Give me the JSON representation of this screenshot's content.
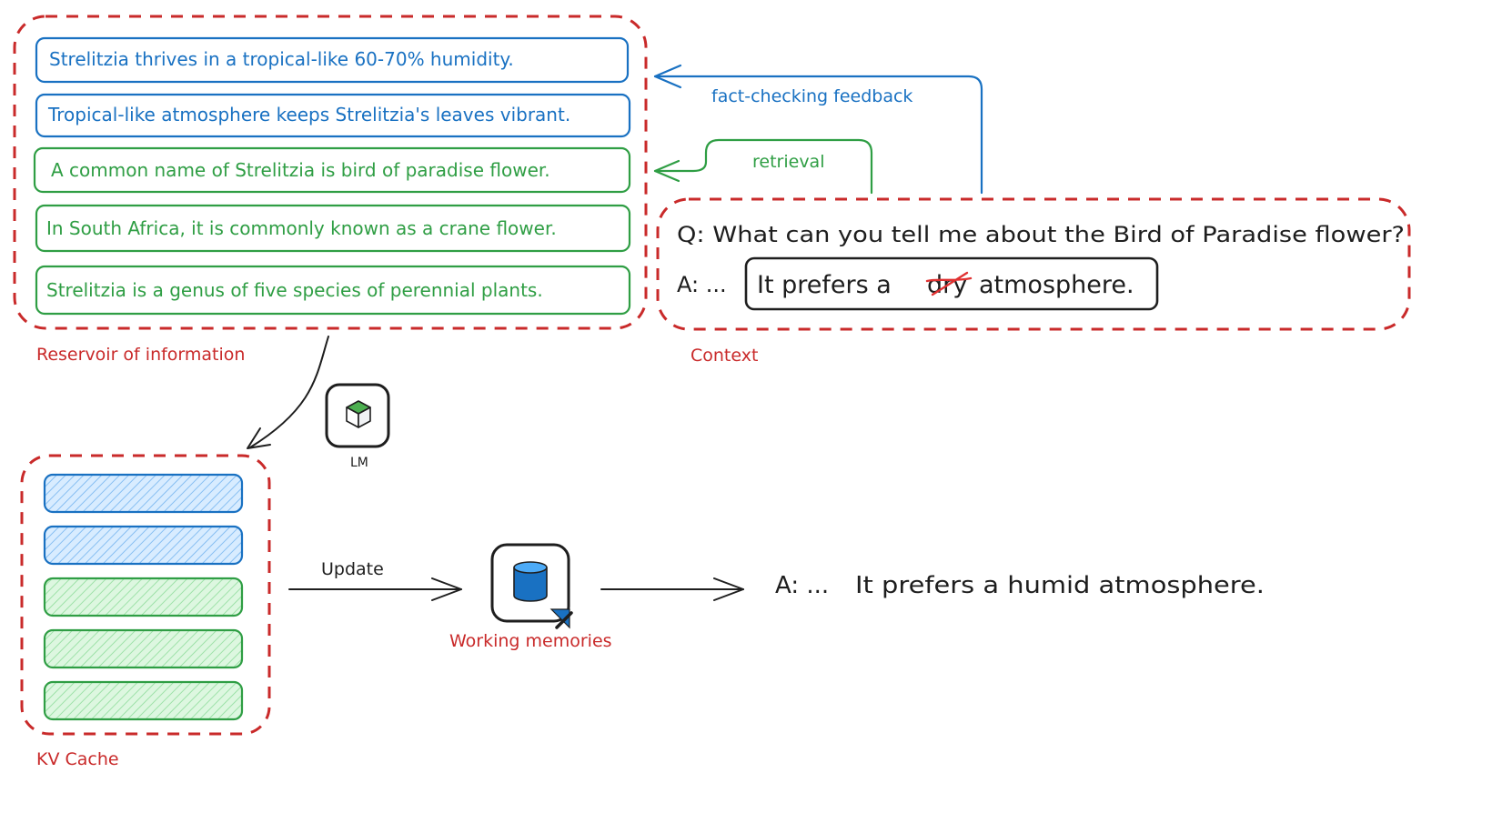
{
  "reservoir": {
    "label": "Reservoir of information",
    "facts": [
      {
        "text": "Strelitzia thrives in a tropical-like 60-70% humidity.",
        "color": "#1971c2"
      },
      {
        "text": "Tropical-like atmosphere keeps Strelitzia's leaves vibrant.",
        "color": "#1971c2"
      },
      {
        "text": "A common name of Strelitzia is bird of paradise flower.",
        "color": "#2f9e44"
      },
      {
        "text": "In South Africa, it is commonly known as a crane flower.",
        "color": "#2f9e44"
      },
      {
        "text": "Strelitzia is a genus of five species of perennial plants.",
        "color": "#2f9e44"
      }
    ]
  },
  "context": {
    "label": "Context",
    "question": "Q: What can you tell me about the Bird of Paradise flower?",
    "answer_prefix": "A: ...",
    "answer_pre": "It prefers a",
    "answer_struck": "dry",
    "answer_post": "atmosphere."
  },
  "arrows": {
    "feedback_label": "fact-checking feedback",
    "retrieval_label": "retrieval",
    "update_label": "Update"
  },
  "lm": {
    "label": "LM",
    "icon": "cube-icon"
  },
  "kv_cache": {
    "label": "KV Cache",
    "bars": [
      {
        "color": "#a5d8ff",
        "stroke": "#1971c2"
      },
      {
        "color": "#a5d8ff",
        "stroke": "#1971c2"
      },
      {
        "color": "#b2f2bb",
        "stroke": "#2f9e44"
      },
      {
        "color": "#b2f2bb",
        "stroke": "#2f9e44"
      },
      {
        "color": "#b2f2bb",
        "stroke": "#2f9e44"
      }
    ]
  },
  "working_memory": {
    "label": "Working memories",
    "icon": "database-icon"
  },
  "output": {
    "prefix": "A: ...",
    "text": "It prefers a humid atmosphere."
  },
  "colors": {
    "red": "#c92a2a",
    "blue": "#1971c2",
    "green": "#2f9e44",
    "black": "#1e1e1e"
  }
}
